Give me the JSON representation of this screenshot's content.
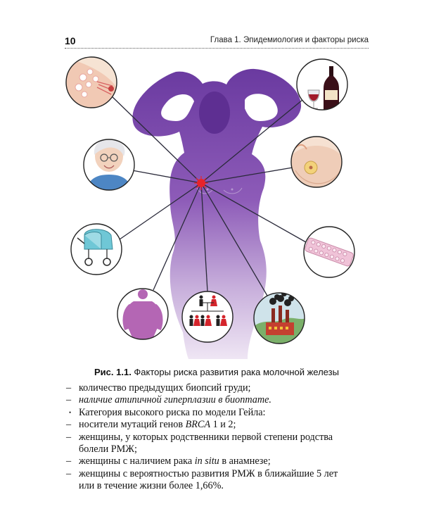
{
  "header": {
    "page_number": "10",
    "running_head": "Глава 1. Эпидемиология и факторы риска"
  },
  "figure": {
    "caption_label": "Рис. 1.1.",
    "caption_text": " Факторы риска развития рака молочной железы",
    "colors": {
      "silhouette_top": "#6a3aa0",
      "silhouette_bottom": "#e8dcef",
      "focus_point": "#e8242b",
      "connector": "#2a2a3a"
    },
    "risk_factor_icons": [
      "dense-breast-tissue-icon",
      "wine-alcohol-icon",
      "elderly-woman-icon",
      "breast-lump-icon",
      "baby-stroller-icon",
      "contraceptive-pills-icon",
      "obese-woman-icon",
      "family-tree-icon",
      "factory-pollution-icon"
    ]
  },
  "list": {
    "items": [
      {
        "mark": "–",
        "text": "количество предыдущих биопсий груди;"
      },
      {
        "mark": "–",
        "text_italic": "наличие атипичной гиперплазии в биоптате."
      },
      {
        "mark": "•",
        "text": "Категория высокого риска по модели Гейла:"
      },
      {
        "mark": "–",
        "text_a": "носители мутаций генов ",
        "text_b_italic": "BRCA",
        "text_c": " 1 и 2;"
      },
      {
        "mark": "–",
        "text": "женщины, у которых родственники первой степени родства",
        "cont": "болели РМЖ;"
      },
      {
        "mark": "–",
        "text_a": "женщины с наличием рака ",
        "text_b_italic": "in situ",
        "text_c": " в анамнезе;"
      },
      {
        "mark": "–",
        "text": "женщины с вероятностью развития РМЖ в ближайшие 5 лет",
        "cont": "или в течение жизни более 1,66%."
      }
    ]
  }
}
